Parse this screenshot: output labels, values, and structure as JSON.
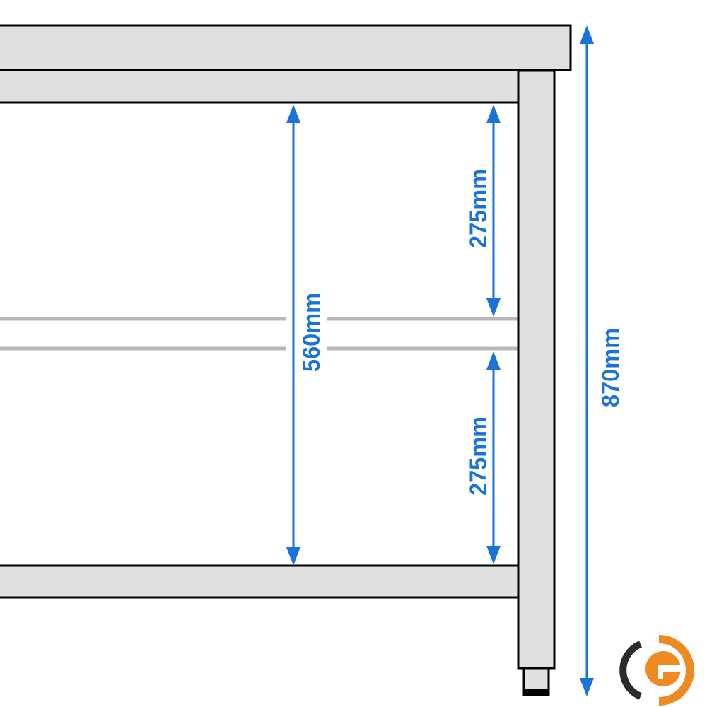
{
  "diagram": {
    "dimensions": {
      "total_height": "870mm",
      "inner_height": "560mm",
      "upper_compartment": "275mm",
      "lower_compartment": "275mm"
    },
    "colors": {
      "dimension": "#1a73d9",
      "part_fill": "#e0e0e0",
      "shelf_line": "#b8b8b8",
      "logo_orange": "#ee8a22",
      "logo_dark": "#2b2b2b"
    },
    "logo": "G"
  }
}
